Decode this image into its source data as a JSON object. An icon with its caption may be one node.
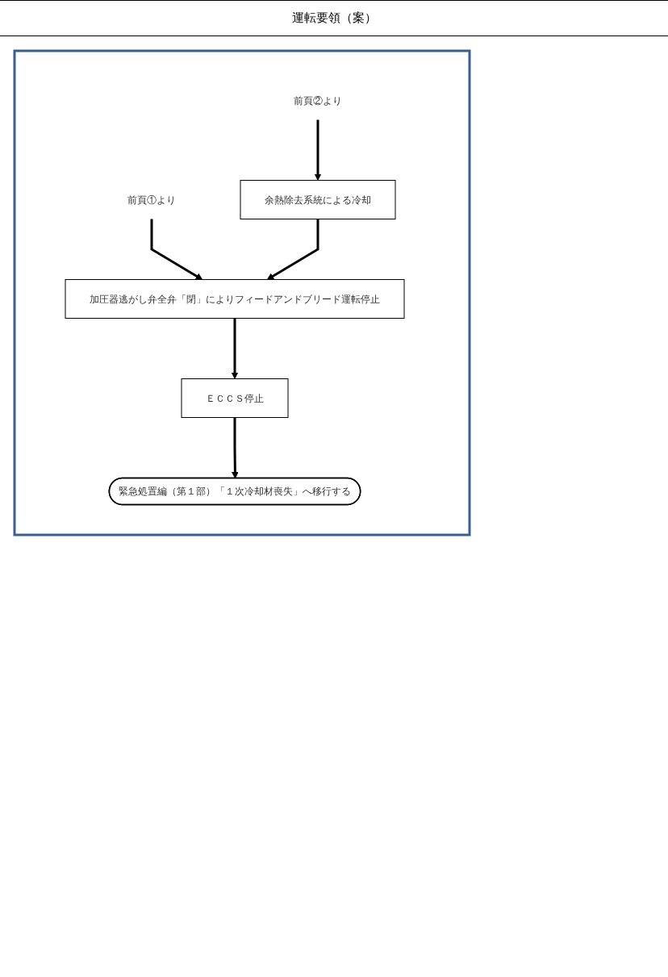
{
  "diagram": {
    "title": "運転要領（案）",
    "nodes": [
      {
        "text": [],
        "shape": "box"
      },
      {
        "text": [
          "前頁①より"
        ],
        "in": 0
      },
      {
        "text": [
          "前頁②より"
        ],
        "in": 0
      },
      {
        "text": [
          "余熱除去系統による冷却"
        ],
        "in": 0
      },
      {
        "text": [
          "加圧器逃がし弁全弁「閉」によりフィードアンドブリード運転停止"
        ],
        "in": 0
      },
      {
        "text": [
          "ＥＣＣＳ停止"
        ],
        "in": 0
      },
      {
        "text": [
          "緊急処置編（第１部）「１次冷却材喪失」へ移行する"
        ],
        "in": 0
      }
    ],
    "edges": [
      {
        "from": 1,
        "to": 4,
        "arrow": "to"
      },
      {
        "from": 2,
        "to": 3,
        "arrow": "to"
      },
      {
        "from": 3,
        "to": 4,
        "arrow": "to"
      },
      {
        "from": 4,
        "to": 5,
        "arrow": "to"
      },
      {
        "from": 5,
        "to": 6,
        "arrow": "to"
      }
    ]
  }
}
